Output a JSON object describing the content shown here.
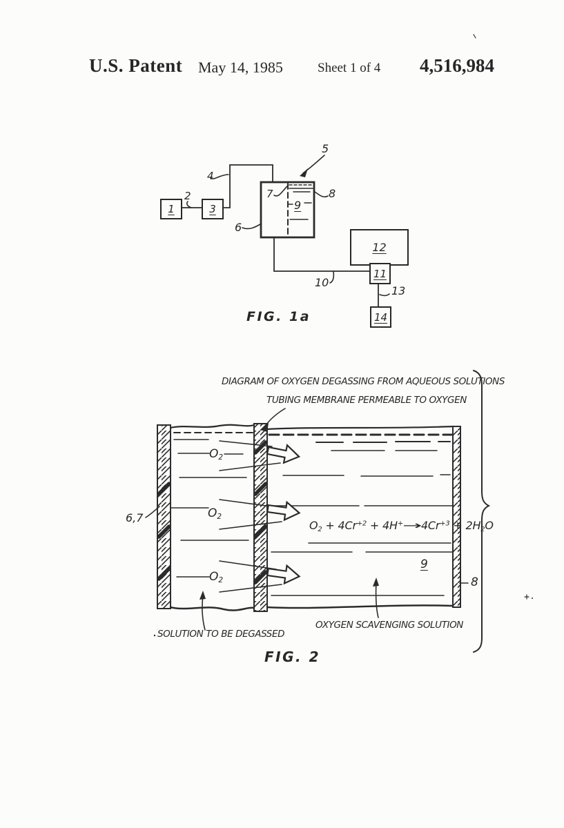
{
  "page": {
    "background": "#fcfcfb",
    "ink": "#272727"
  },
  "header": {
    "title": "U.S. Patent",
    "date": "May 14, 1985",
    "sheet": "Sheet 1 of 4",
    "patent_number": "4,516,984"
  },
  "fig1a": {
    "caption": "FIG. 1a",
    "box_labels": {
      "b1": "1",
      "b3": "3",
      "b9": "9",
      "b11": "11",
      "b12": "12",
      "b14": "14"
    },
    "ref_labels": {
      "r2": "2",
      "r4": "4",
      "r5": "5",
      "r6": "6",
      "r7": "7",
      "r8": "8",
      "r10": "10",
      "r13": "13"
    }
  },
  "fig2": {
    "caption": "FIG. 2",
    "title_line1": "DIAGRAM OF OXYGEN DEGASSING FROM AQUEOUS SOLUTIONS",
    "title_line2": "TUBING MEMBRANE PERMEABLE TO OXYGEN",
    "caption_left": "SOLUTION TO BE DEGASSED",
    "caption_right": "OXYGEN SCAVENGING SOLUTION",
    "wall_label": "6,7",
    "tube_label": "8",
    "solution_label": "9",
    "o2_segments": [
      {
        "t": "O",
        "s": "sub0"
      },
      {
        "t": "2",
        "s": "sub"
      }
    ],
    "formula_segments": [
      {
        "t": "O",
        "s": "n"
      },
      {
        "t": "2",
        "s": "sub"
      },
      {
        "t": " + 4Cr",
        "s": "n"
      },
      {
        "t": "+2",
        "s": "sup"
      },
      {
        "t": " + 4H",
        "s": "n"
      },
      {
        "t": "+",
        "s": "sup"
      },
      {
        "t": "→",
        "s": "arrow"
      },
      {
        "t": "4Cr",
        "s": "n"
      },
      {
        "t": "+3",
        "s": "sup"
      },
      {
        "t": " + 2H",
        "s": "n"
      },
      {
        "t": "2",
        "s": "sub"
      },
      {
        "t": "O",
        "s": "n"
      }
    ]
  }
}
